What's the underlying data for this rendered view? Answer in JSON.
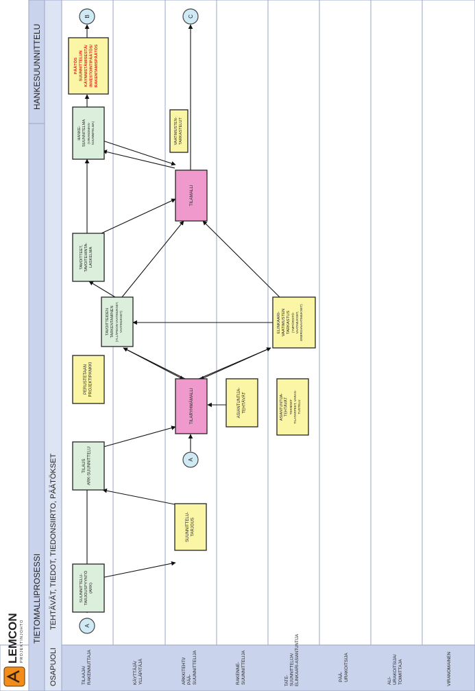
{
  "header": {
    "logo_text": "LEMCON",
    "logo_sub": "PROJEKTINJOHTO",
    "process_title": "TIETOMALLIPROSESSI",
    "phase_title": "HANKESUUNNITTELU",
    "party_header": "OSAPUOLI",
    "tasks_header": "TEHTÄVÄT, TIEDOT, TIEDONSIIRTO, PÄÄTÖKSET"
  },
  "lanes": [
    {
      "l1": "TILAAJA/",
      "l2": "RAKENNUTTAJA",
      "l3": ""
    },
    {
      "l1": "KÄYTTÄJÄ/",
      "l2": "YLLÄPITÄJÄ",
      "l3": ""
    },
    {
      "l1": "ARKKITEHTI/",
      "l2": "PÄÄ-",
      "l3": "SUUNNITTELIJA"
    },
    {
      "l1": "RAKENNE-",
      "l2": "SUUNNITTELIJA",
      "l3": ""
    },
    {
      "l1": "TATE-",
      "l2": "SUUNNITTELIJA/",
      "l3": "ELINKAARI-ASIANTUNTIJA"
    },
    {
      "l1": "PÄÄ-",
      "l2": "URAKOITSIJA",
      "l3": ""
    },
    {
      "l1": "ALI-",
      "l2": "URAKOITSIJA/",
      "l3": "TOIMITTAJA"
    },
    {
      "l1": "VIRANOMAINEN",
      "l2": "",
      "l3": ""
    }
  ],
  "nodes": {
    "a_start": "A",
    "a_arch": "A",
    "b": "B",
    "c": "C"
  },
  "boxes": {
    "tarjous_pyynto": [
      "SUUNNITTELU-",
      "TARJOUSPYYNTÖ",
      "(ARK)"
    ],
    "tarjous": [
      "SUUNNITTELU-",
      "TARJOUS"
    ],
    "tilaus": [
      "TILAUS",
      "ARK-SUUNNITTELU"
    ],
    "tilaryhmamalli": [
      "TILARYHMÄMALLI"
    ],
    "perustetaan": [
      "PERUSTETAAN",
      "PROJEKTIPANKKI"
    ],
    "asiantuntija_arch": [
      "ASIANTUNTIJA-",
      "TEHTÄVÄT"
    ],
    "asiantuntija_tate": [
      "ASIANTUNTIJA-",
      "TEHTÄVÄT",
      "TEKNISET",
      "TILATARPEET, VARAS-",
      "TUSTELU"
    ],
    "tarkentaminen": [
      "TAVOITTEIDEN",
      "TARKENTAMINEN",
      "(YLLÄPIDON VAATIMUKSET,",
      "VAATIMUKSET)"
    ],
    "elinkaari": [
      "ELINKAARI-",
      "VAATIMUSTEN",
      "TARKASTUS",
      "(YMPÄRISTÖ-",
      "VAATIMUKSET,",
      "ENERGIAVAATIMUKSET)"
    ],
    "tavoitteet": [
      "TAVOITTEET,",
      "TAVOITEHINTA-",
      "LASKELMA"
    ],
    "tilamalli": [
      "TILAMALLI"
    ],
    "hanke": [
      "HANKE-",
      "SUUNNITELMA",
      "(VIRANOMAIS-",
      "SUUNNITELMA)"
    ],
    "vaatimustarkastelut": [
      "VAATIMUSTEN-",
      "TARKASTELUT"
    ],
    "paatos": [
      "PÄÄTÖS",
      "SUUNNITTELUN",
      "KÄYNNISTÄMISESTÄ/",
      "INVESTOINTIPÄÄTÖS/",
      "RAKENTAMISPÄÄTÖS"
    ]
  },
  "colors": {
    "green": "#dcefdc",
    "yellow": "#fbf6a6",
    "pink": "#f099cc",
    "header": "#c9d3ec",
    "decision_text": "#e0221b"
  }
}
